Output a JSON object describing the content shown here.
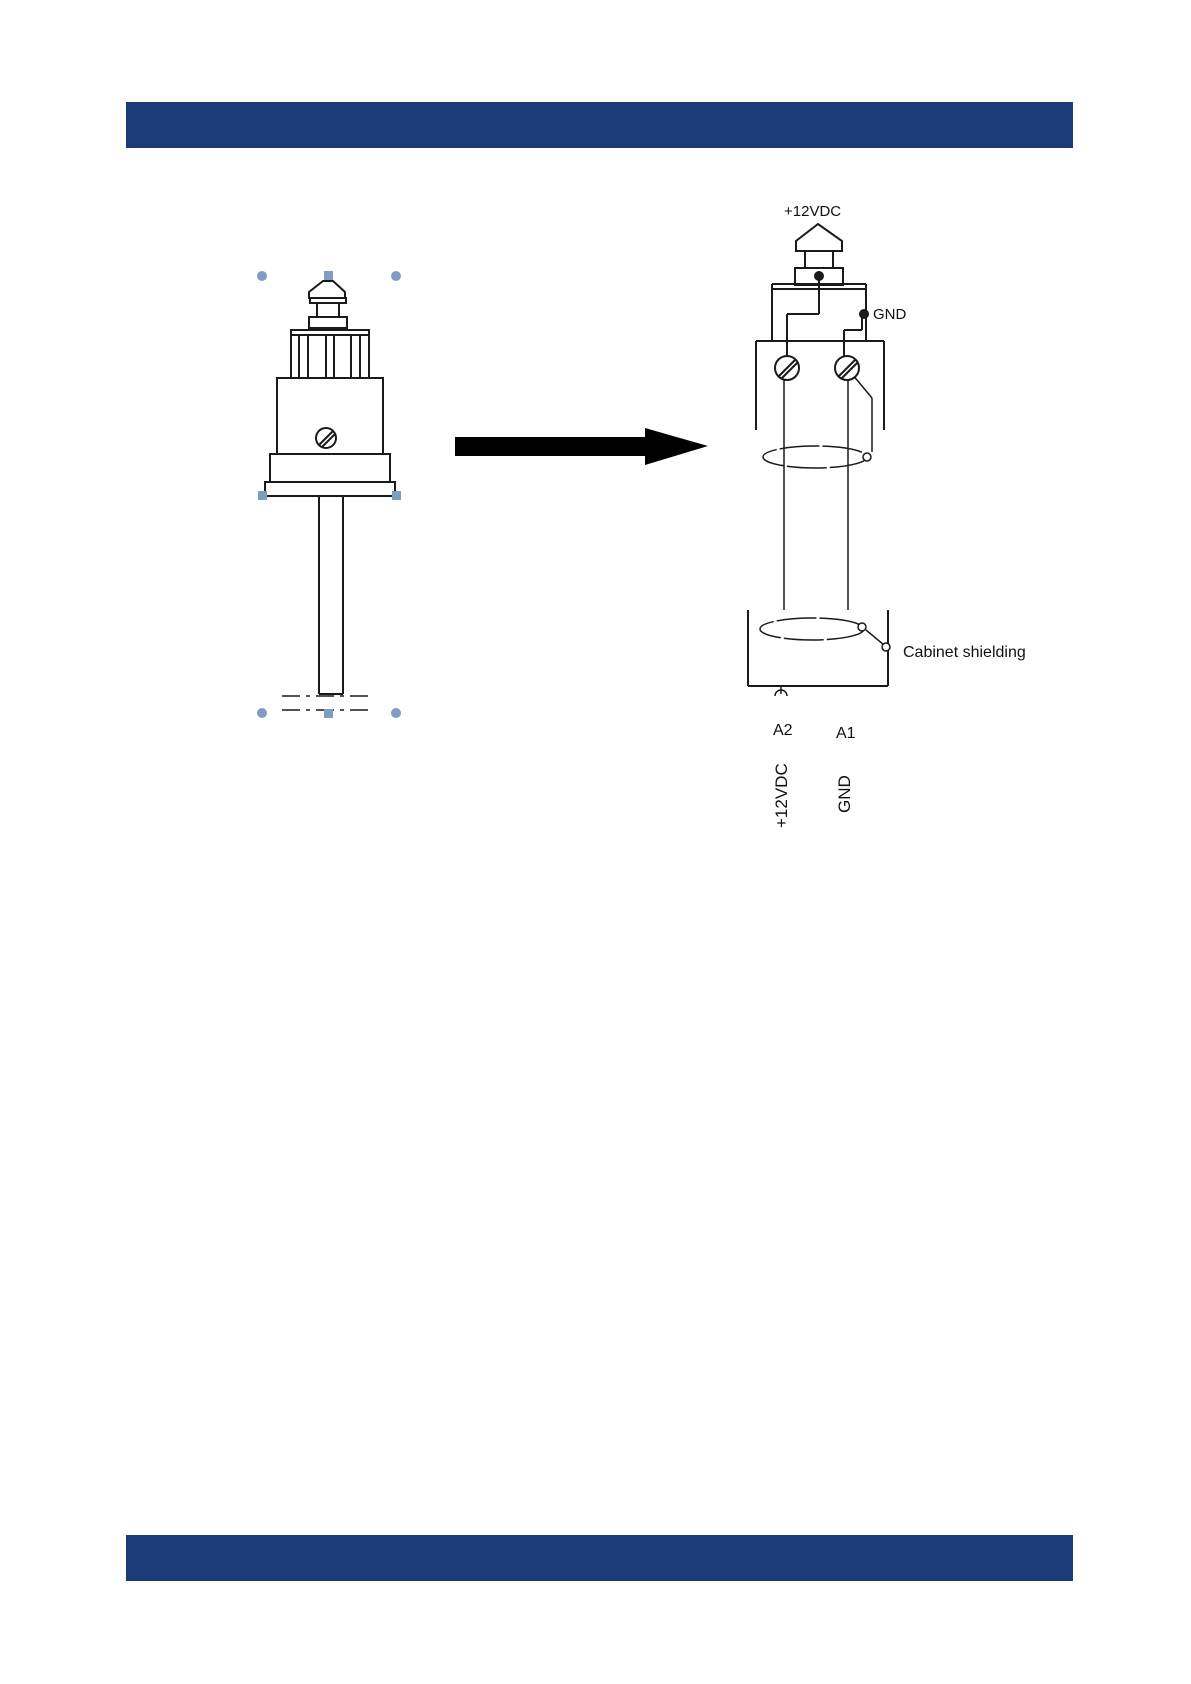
{
  "colors": {
    "header_band": "#1a3b78",
    "footer_band": "#1a3b78",
    "line": "#1a1a1a",
    "selection_handle": "#7f9cc4"
  },
  "diagram": {
    "labels": {
      "supply_top": "+12VDC",
      "gnd_side": "GND",
      "cabinet_shielding": "Cabinet shielding",
      "terminal_a2": "A2",
      "terminal_a1": "A1",
      "wire_a2_vertical": "+12VDC",
      "wire_a1_vertical": "GND"
    },
    "icons": {
      "arrow": "arrow-right-icon",
      "terminal_screws": "screw-icon"
    }
  }
}
